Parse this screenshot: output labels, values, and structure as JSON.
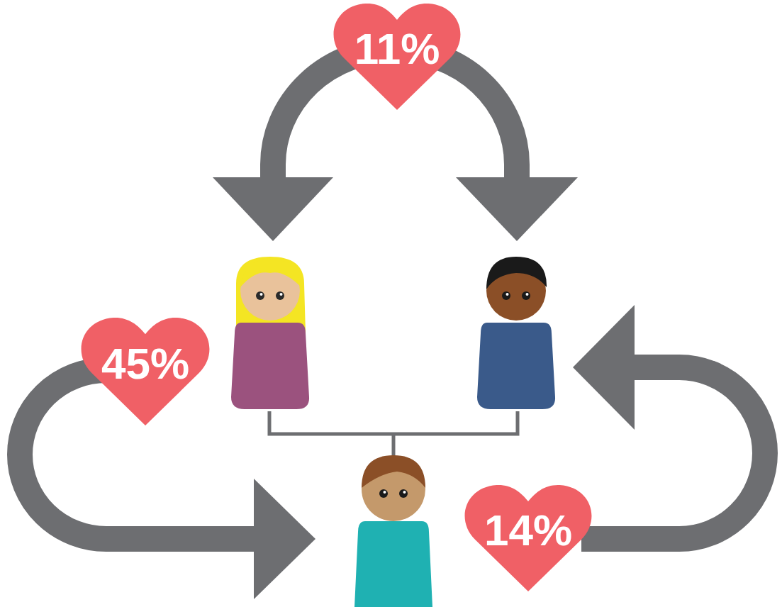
{
  "diagram": {
    "nodes": [
      {
        "text": [
          "11%"
        ]
      },
      {
        "text": [
          "45%"
        ]
      },
      {
        "text": [
          "14%"
        ]
      }
    ]
  }
}
